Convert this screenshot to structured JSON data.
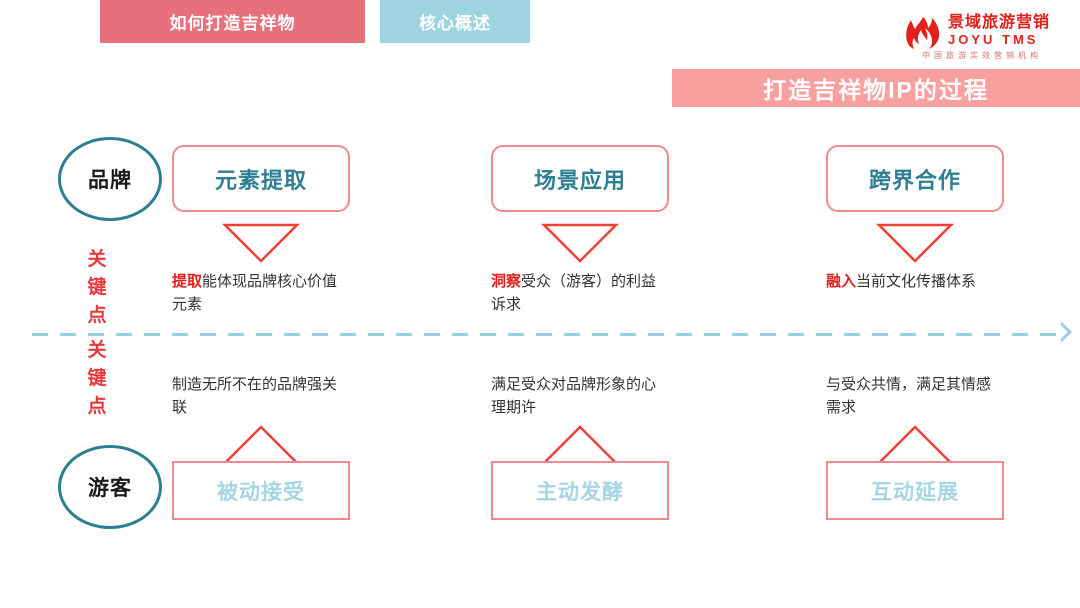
{
  "header": {
    "tabs": [
      {
        "label": "如何打造吉祥物",
        "color": "#e8707c"
      },
      {
        "label": "核心概述",
        "color": "#9fd3e0"
      }
    ],
    "logo": {
      "icon": "flame-icon",
      "cn_name": "景域旅游营销",
      "en_name": "JOYU TMS",
      "subtitle": "中国旅游实效营销机构",
      "color": "#e2211c"
    },
    "title": "打造吉祥物IP的过程",
    "title_bg": "#f8a0a0"
  },
  "axis": {
    "brand_circle": "品牌",
    "visitor_circle": "游客",
    "keypoint_top": "关键点",
    "keypoint_bottom": "关键点",
    "circle_border_color": "#2c7f91",
    "keypoint_color": "#e8393f",
    "divider_color": "#9fcde0"
  },
  "columns": [
    {
      "stage": "元素提取",
      "brand_keyword": "提取",
      "brand_text": "能体现品牌核心价值元素",
      "visitor_text": "制造无所不在的品牌强关联",
      "result": "被动接受"
    },
    {
      "stage": "场景应用",
      "brand_keyword": "洞察",
      "brand_text": "受众（游客）的利益诉求",
      "visitor_text": "满足受众对品牌形象的心理期许",
      "result": "主动发酵"
    },
    {
      "stage": "跨界合作",
      "brand_keyword": "融入",
      "brand_text": "当前文化传播体系",
      "visitor_text": "与受众共情，满足其情感需求",
      "result": "互动延展"
    }
  ]
}
